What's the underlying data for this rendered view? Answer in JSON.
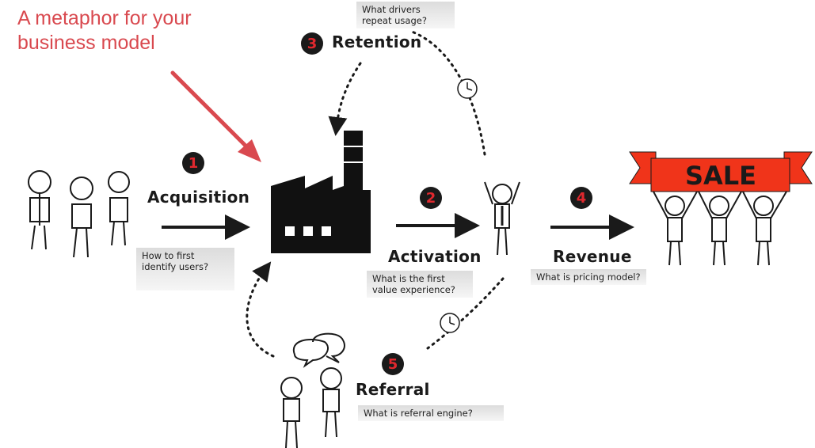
{
  "headline": {
    "line1": "A metaphor for your",
    "line2": "business model",
    "color": "#d9494f"
  },
  "stages": [
    {
      "number": "1",
      "label": "Acquisition",
      "question_line1": "How to first",
      "question_line2": "identify users?"
    },
    {
      "number": "2",
      "label": "Activation",
      "question_line1": "What is the first",
      "question_line2": "value experience?"
    },
    {
      "number": "3",
      "label": "Retention",
      "question_line1": "What drivers",
      "question_line2": "repeat usage?"
    },
    {
      "number": "4",
      "label": "Revenue",
      "question_line1": "What is pricing model?"
    },
    {
      "number": "5",
      "label": "Referral",
      "question_line1": "What is referral engine?"
    }
  ],
  "banner": {
    "text": "SALE",
    "color": "#f0341a"
  },
  "colors": {
    "badge_number": "#e0282e",
    "ink": "#1a1a1a"
  }
}
